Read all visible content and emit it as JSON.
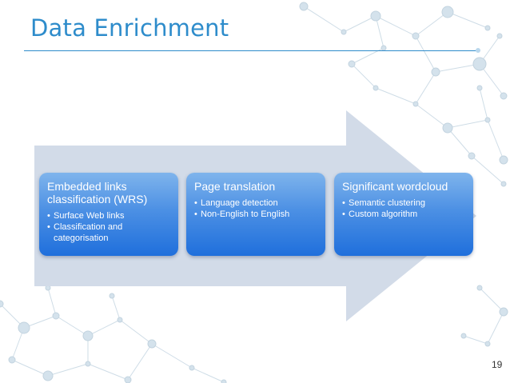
{
  "slide": {
    "title": "Data Enrichment",
    "page_number": "19",
    "accent_color": "#2e8ccb",
    "arrow_color": "#d2dbe8",
    "box_color_top": "#7fb4ec",
    "box_color_bottom": "#1f6fdc",
    "bullet_glyph": "•"
  },
  "steps": [
    {
      "title": "Embedded links classification (WRS)",
      "bullets": [
        "Surface Web links",
        "Classification and categorisation"
      ]
    },
    {
      "title": "Page translation",
      "bullets": [
        "Language detection",
        "Non-English to English"
      ]
    },
    {
      "title": "Significant wordcloud",
      "bullets": [
        "Semantic clustering",
        "Custom algorithm"
      ]
    }
  ]
}
